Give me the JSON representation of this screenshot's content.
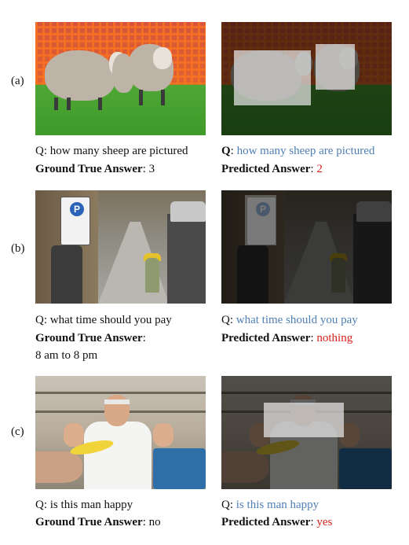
{
  "rows": [
    {
      "label": "(a)",
      "question_prefix": "Q",
      "question": "how many sheep are pictured",
      "gt_label": "Ground True Answer",
      "gt_answer": "3",
      "pred_label": "Predicted Answer",
      "pred_answer": "2"
    },
    {
      "label": "(b)",
      "question_prefix": "Q",
      "question": "what time should you pay",
      "gt_label": "Ground True Answer",
      "gt_answer": "8 am to 8 pm",
      "pred_label": "Predicted Answer",
      "pred_answer": "nothing"
    },
    {
      "label": "(c)",
      "question_prefix": "Q",
      "question": "is this man happy",
      "gt_label": "Ground True Answer",
      "gt_answer": "no",
      "pred_label": "Predicted Answer",
      "pred_answer": "yes"
    }
  ],
  "sign_text": "P",
  "colors": {
    "question_highlight": "#4f7fb5",
    "predicted_answer": "#d9221c"
  }
}
